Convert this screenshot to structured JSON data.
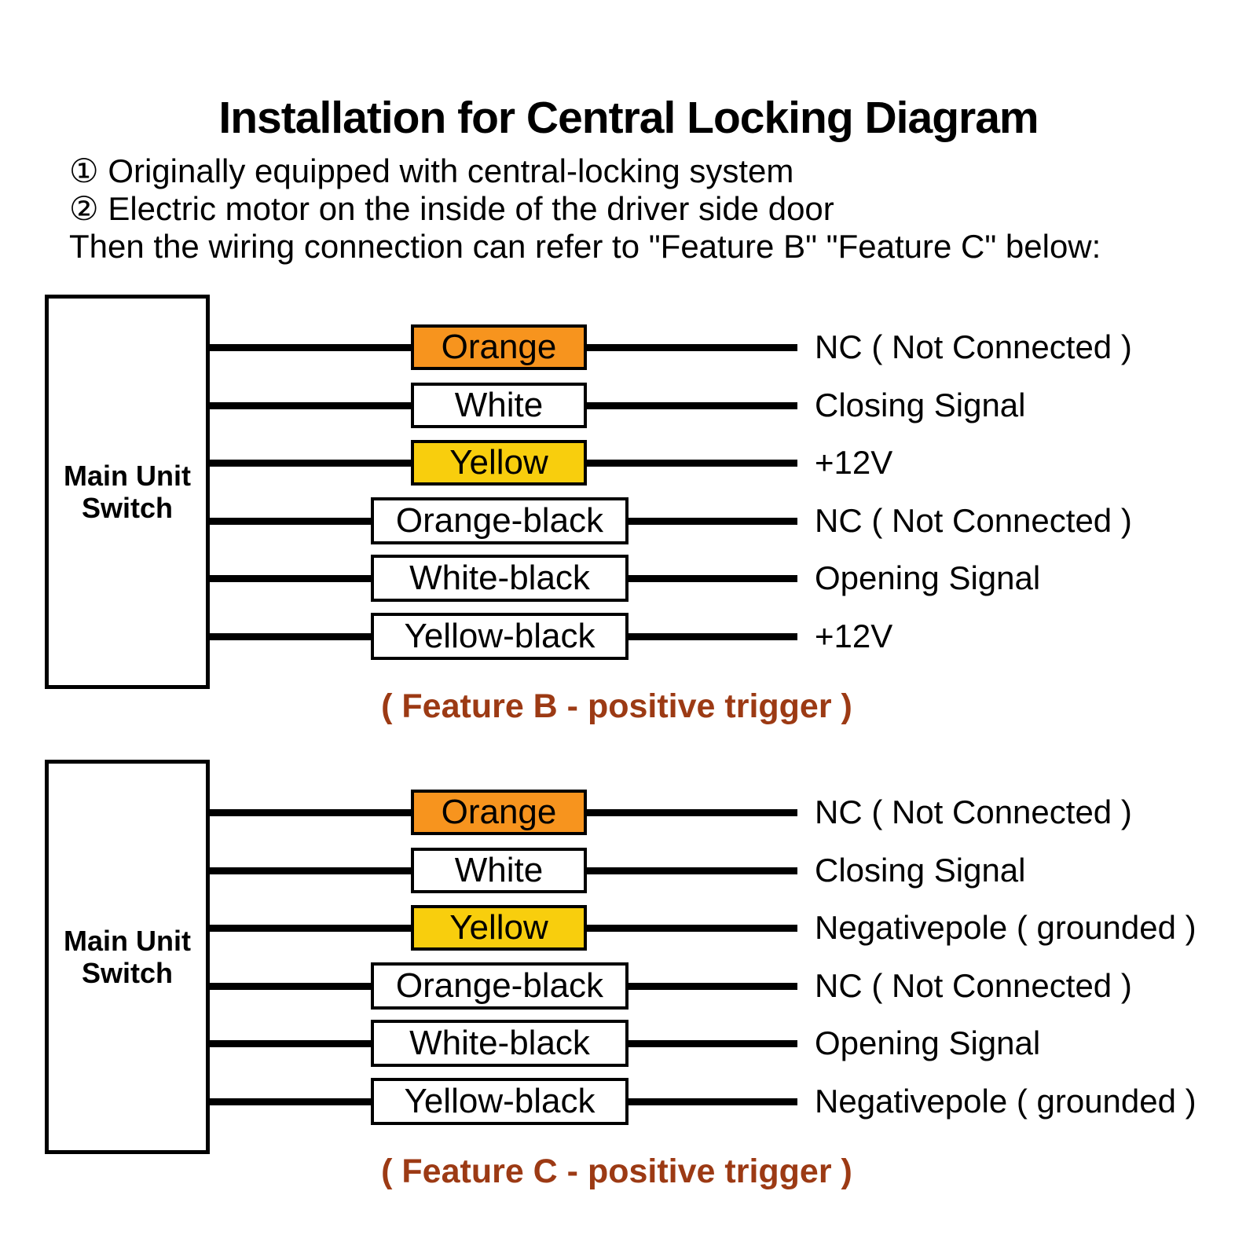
{
  "title": "Installation for Central Locking Diagram",
  "notes": [
    "① Originally equipped with central-locking system",
    "② Electric motor on the inside of the driver side door"
  ],
  "intro": "Then the wiring connection can refer to \"Feature B\" \"Feature C\" below:",
  "sections": [
    {
      "unit_label": "Main Unit Switch",
      "caption": "( Feature B - positive trigger )",
      "caption_color": "#9C3A14",
      "rows": [
        {
          "wire": "Orange",
          "fill": "#F7941E",
          "signal": "NC ( Not Connected )"
        },
        {
          "wire": "White",
          "fill": "#FFFFFF",
          "signal": "Closing Signal"
        },
        {
          "wire": "Yellow",
          "fill": "#F8CE0D",
          "signal": "+12V"
        },
        {
          "wire": "Orange-black",
          "fill": "#FFFFFF",
          "signal": "NC ( Not Connected )"
        },
        {
          "wire": "White-black",
          "fill": "#FFFFFF",
          "signal": "Opening Signal"
        },
        {
          "wire": "Yellow-black",
          "fill": "#FFFFFF",
          "signal": "+12V"
        }
      ]
    },
    {
      "unit_label": "Main Unit Switch",
      "caption": "( Feature C - positive trigger )",
      "caption_color": "#9C3A14",
      "rows": [
        {
          "wire": "Orange",
          "fill": "#F7941E",
          "signal": "NC ( Not Connected )"
        },
        {
          "wire": "White",
          "fill": "#FFFFFF",
          "signal": "Closing Signal"
        },
        {
          "wire": "Yellow",
          "fill": "#F8CE0D",
          "signal": "Negativepole ( grounded )"
        },
        {
          "wire": "Orange-black",
          "fill": "#FFFFFF",
          "signal": "NC ( Not Connected )"
        },
        {
          "wire": "White-black",
          "fill": "#FFFFFF",
          "signal": "Opening Signal"
        },
        {
          "wire": "Yellow-black",
          "fill": "#FFFFFF",
          "signal": "Negativepole ( grounded )"
        }
      ]
    }
  ]
}
